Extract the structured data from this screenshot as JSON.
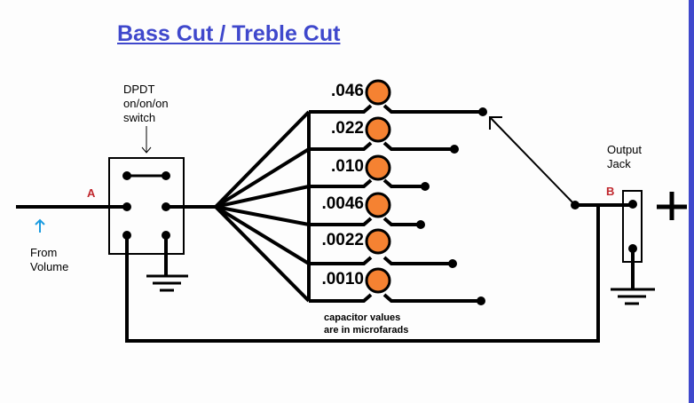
{
  "title": "Bass Cut / Treble Cut",
  "switch_label": [
    "DPDT",
    "on/on/on",
    "switch"
  ],
  "input_label": [
    "From",
    "Volume"
  ],
  "point_a": "A",
  "point_b": "B",
  "output_label": [
    "Output",
    "Jack"
  ],
  "plus_sign": "+",
  "capacitors": [
    ".046",
    ".022",
    ".010",
    ".0046",
    ".0022",
    ".0010"
  ],
  "note": [
    "capacitor values",
    "are in microfarads"
  ],
  "colors": {
    "title": "#3f48cc",
    "capacitor": "#f58232",
    "arrow": "#1a9be0",
    "label_red": "#c0272d",
    "border": "#3f48cc"
  }
}
